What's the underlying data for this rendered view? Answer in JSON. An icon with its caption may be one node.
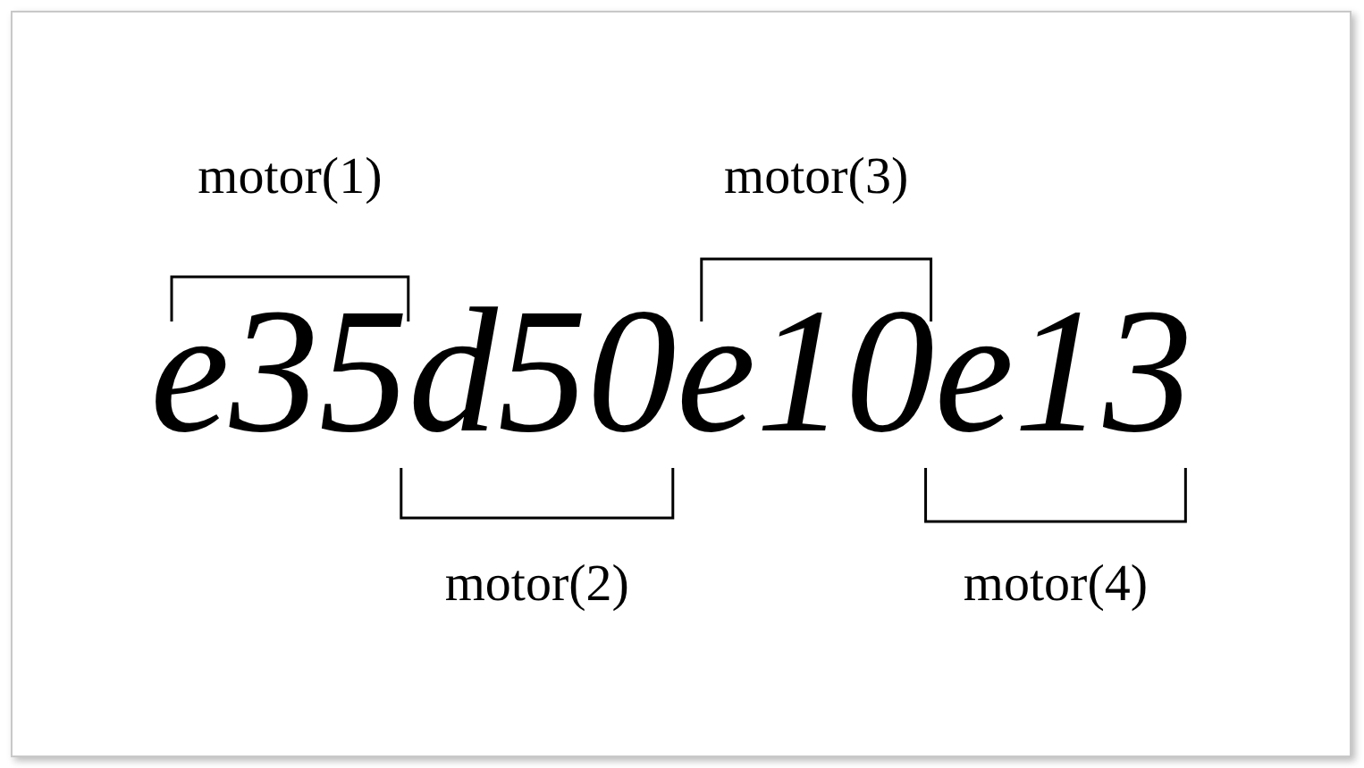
{
  "diagram": {
    "labels": [
      "motor(1)",
      "motor(3)",
      "e35",
      "d50",
      "e10",
      "e13",
      "motor(2)",
      "motor(4)"
    ]
  }
}
